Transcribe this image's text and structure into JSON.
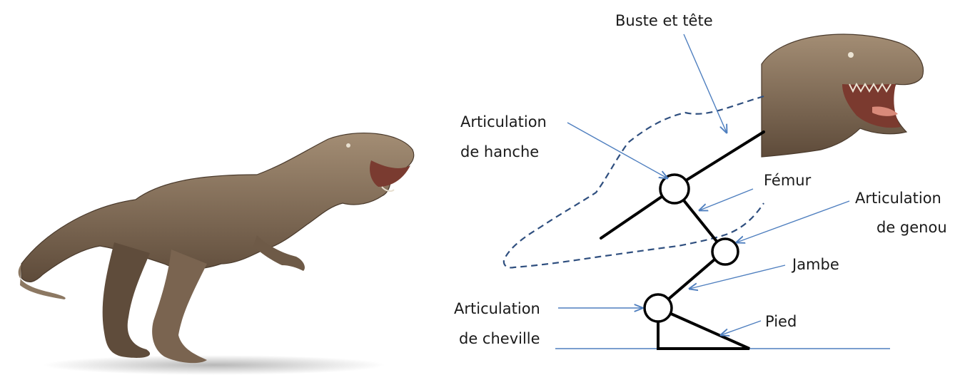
{
  "labels": {
    "buste": "Buste et tête",
    "hanche_1": "Articulation",
    "hanche_2": "de hanche",
    "femur": "Fémur",
    "genou_1": "Articulation",
    "genou_2": "de genou",
    "jambe": "Jambe",
    "cheville_1": "Articulation",
    "cheville_2": "de cheville",
    "pied": "Pied"
  },
  "colors": {
    "arrow": "#4f7fbf",
    "outline": "#2f4f7f",
    "bone": "#000000",
    "skin": "#8a7560"
  },
  "images": {
    "full_dinosaur": "t-rex-photo",
    "head_crop": "t-rex-head-photo"
  }
}
